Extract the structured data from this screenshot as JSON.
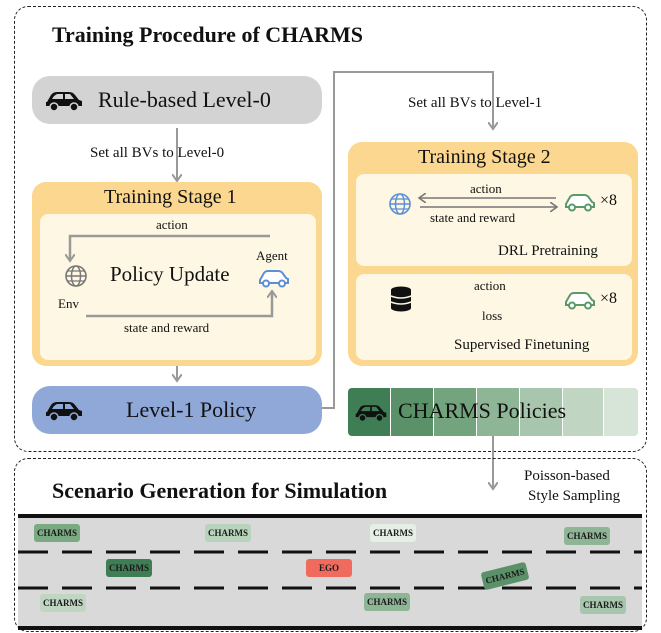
{
  "top": {
    "title": "Training Procedure of CHARMS",
    "rule_based": "Rule-based Level-0",
    "set_level0": "Set all BVs to Level-0",
    "set_level1": "Set all BVs to Level-1",
    "stage1": {
      "title": "Training Stage 1",
      "action": "action",
      "policy_update": "Policy Update",
      "agent": "Agent",
      "env": "Env",
      "state_reward": "state and reward"
    },
    "level1_policy": "Level-1 Policy",
    "stage2": {
      "title": "Training Stage 2",
      "drl": {
        "action": "action",
        "state_reward": "state and reward",
        "count": "×8",
        "name": "DRL Pretraining"
      },
      "sft": {
        "action": "action",
        "loss": "loss",
        "count": "×8",
        "name": "Supervised Finetuning"
      }
    },
    "charms_policies": "CHARMS Policies"
  },
  "bottom": {
    "title": "Scenario Generation for Simulation",
    "sampling_line1": "Poisson-based",
    "sampling_line2": "Style Sampling",
    "car_label": "CHARMS",
    "ego_label": "EGO"
  },
  "colors": {
    "stage_bg": "#fbd78f",
    "inner_bg": "#fef7e3",
    "rule_pill": "#d3d3d3",
    "level1_pill": "#8fa8d8",
    "ego": "#f06b5e",
    "policy_shades": [
      "#3f7d54",
      "#5a9168",
      "#74a47e",
      "#8eb596",
      "#a8c6ad",
      "#c0d6c3",
      "#d6e5d7"
    ]
  },
  "icons": [
    "car-icon",
    "globe-icon",
    "database-icon"
  ]
}
